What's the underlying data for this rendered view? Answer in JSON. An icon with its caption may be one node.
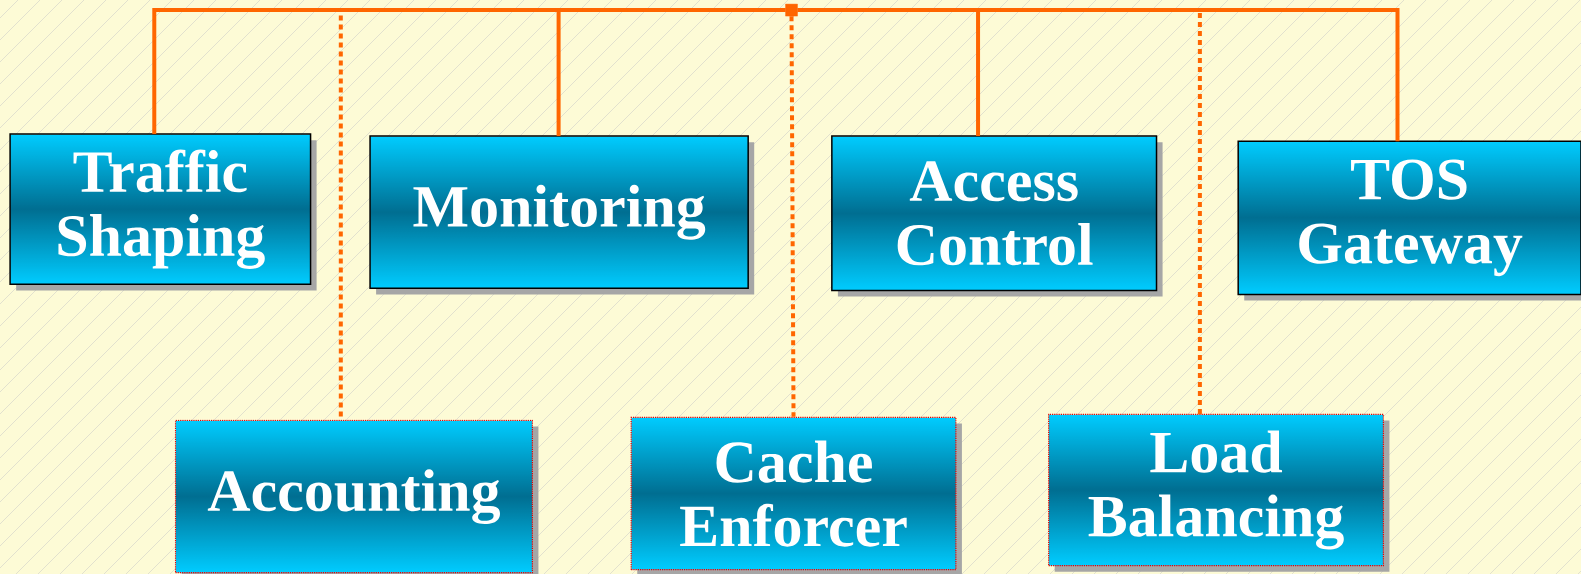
{
  "diagram": {
    "nodes": [
      {
        "text": [],
        "shape": "box"
      },
      {
        "text": [
          "Traffic Shaping"
        ]
      },
      {
        "text": [
          "Monitoring"
        ]
      },
      {
        "text": [
          "Access Control"
        ]
      },
      {
        "text": [
          "TOS Gateway"
        ]
      },
      {
        "text": [
          "Accounting"
        ]
      },
      {
        "text": [
          "Cache Enforcer"
        ]
      },
      {
        "text": [
          "Load Balancing"
        ]
      }
    ],
    "edges": [
      {
        "from": 0,
        "to": 1,
        "arrow": "none"
      },
      {
        "from": 0,
        "to": 2,
        "arrow": "none"
      },
      {
        "from": 0,
        "to": 3,
        "arrow": "none"
      },
      {
        "from": 0,
        "to": 4,
        "arrow": "none"
      },
      {
        "from": 0,
        "to": 5,
        "arrow": "none",
        "style": "dashed"
      },
      {
        "from": 0,
        "to": 6,
        "arrow": "none",
        "style": "dashed"
      },
      {
        "from": 0,
        "to": 7,
        "arrow": "none",
        "style": "dashed"
      }
    ]
  }
}
